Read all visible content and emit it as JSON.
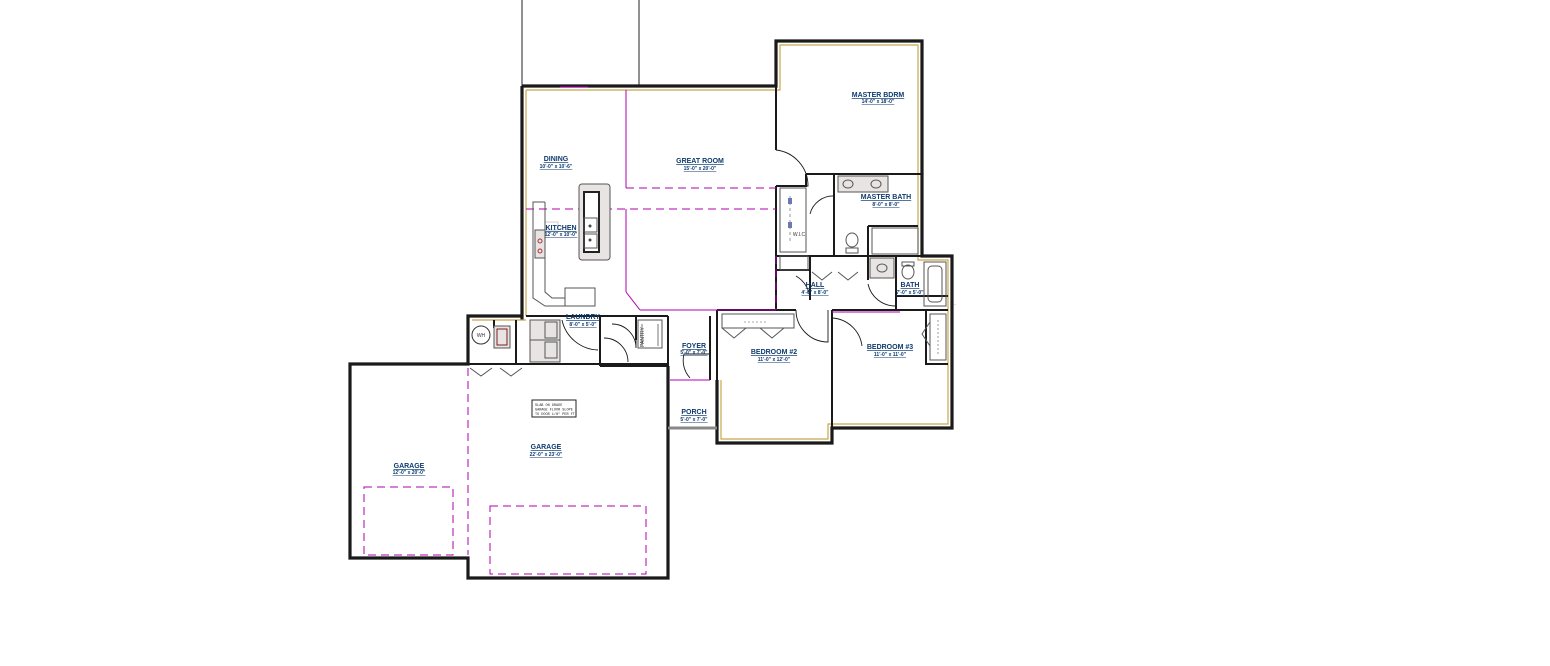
{
  "plan": {
    "rooms": [
      {
        "id": "master-bdrm",
        "name": "MASTER BDRM",
        "dim": "14'-0\" x 18'-0\""
      },
      {
        "id": "great-room",
        "name": "GREAT ROOM",
        "dim": "15'-0\" x 20'-0\""
      },
      {
        "id": "dining",
        "name": "DINING",
        "dim": "10'-0\" x 10'-6\""
      },
      {
        "id": "kitchen",
        "name": "KITCHEN",
        "dim": "12'-0\" x 10'-0\""
      },
      {
        "id": "master-bath",
        "name": "MASTER BATH",
        "dim": "8'-0\" x 8'-0\""
      },
      {
        "id": "hall",
        "name": "HALL",
        "dim": "4'-0\" x 8'-0\""
      },
      {
        "id": "bath",
        "name": "BATH",
        "dim": "7'-0\" x 5'-0\""
      },
      {
        "id": "laundry",
        "name": "LAUNDRY",
        "dim": "8'-0\" x 5'-0\""
      },
      {
        "id": "foyer",
        "name": "FOYER",
        "dim": "5'-0\" x 7'-0\""
      },
      {
        "id": "bedroom-2",
        "name": "BEDROOM #2",
        "dim": "11'-0\" x 12'-0\""
      },
      {
        "id": "bedroom-3",
        "name": "BEDROOM #3",
        "dim": "11'-0\" x 11'-0\""
      },
      {
        "id": "porch",
        "name": "PORCH",
        "dim": "5'-0\" x 7'-0\""
      },
      {
        "id": "garage-main",
        "name": "GARAGE",
        "dim": "22'-0\" x 23'-0\""
      },
      {
        "id": "garage-side",
        "name": "GARAGE",
        "dim": "12'-0\" x 20'-0\""
      }
    ],
    "fixtures": {
      "water_heater": "WH",
      "closet_label": "W.I.C",
      "pantry": "PANTRY"
    },
    "note_lines": [
      "SLAB ON GRADE",
      "GARAGE FLOOR SLOPE",
      "TO DOOR 1/8\" PER FT"
    ]
  }
}
